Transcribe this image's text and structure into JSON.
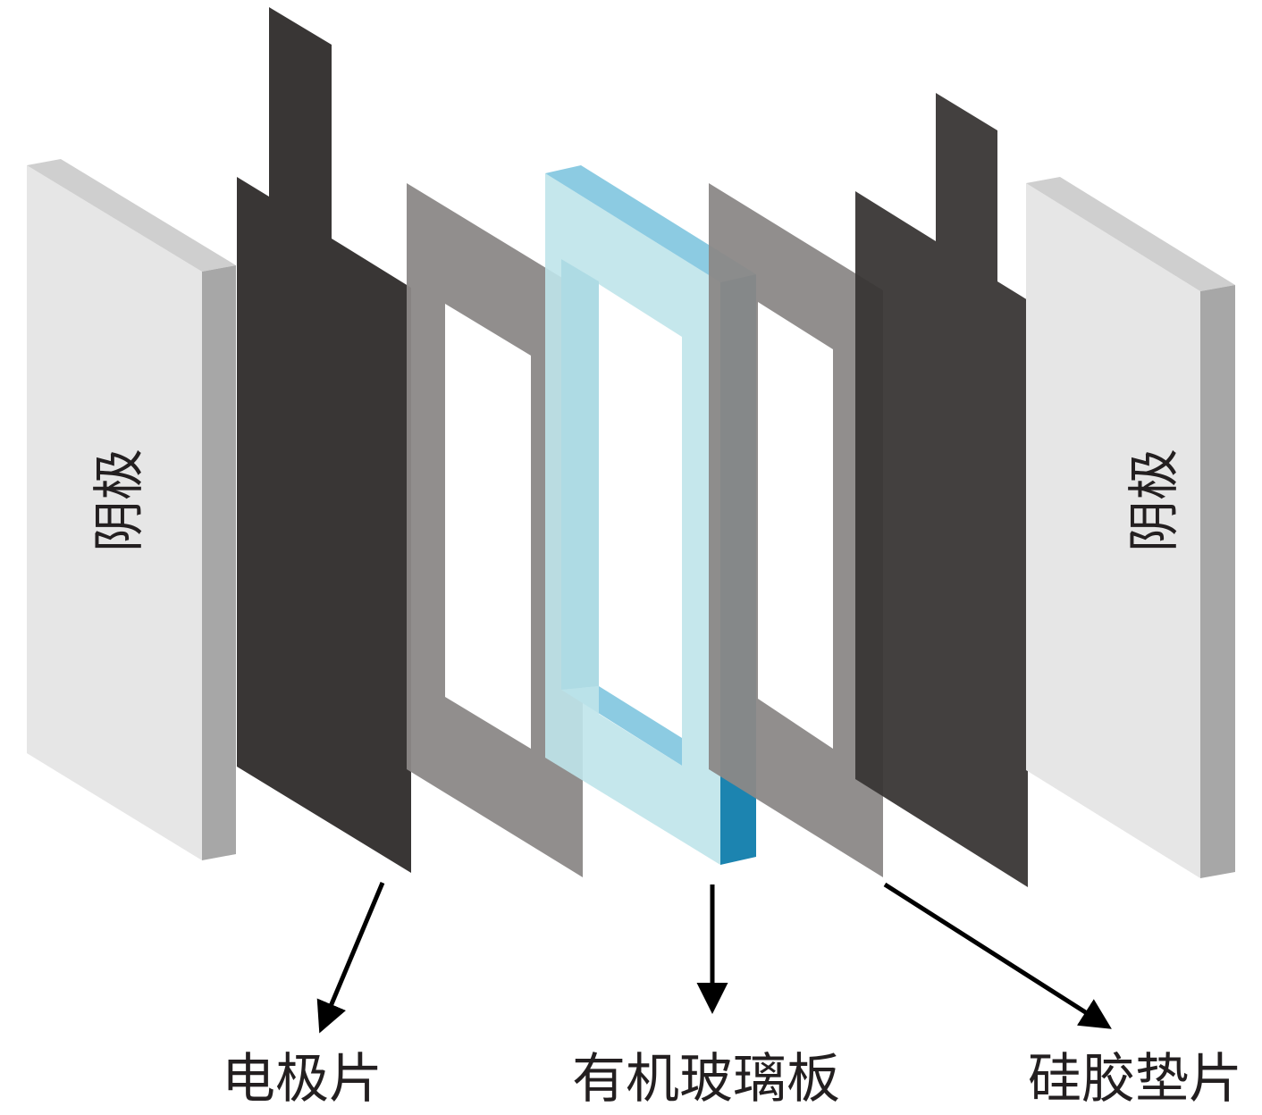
{
  "labels": {
    "left_plate": "阴极",
    "right_plate": "阴极",
    "electrode": "电极片",
    "pmma": "有机玻璃板",
    "gasket": "硅胶垫片"
  },
  "colors": {
    "plate_face": "#e6e6e6",
    "plate_top": "#cfcfcf",
    "plate_side": "#a7a7a7",
    "electrode": "#393635",
    "gasket": "#8b8887",
    "pmma_face": "#bfe4ea",
    "pmma_top": "#8ccbe2",
    "pmma_side": "#1c84b0",
    "arrow": "#000000",
    "text": "#231f20"
  }
}
